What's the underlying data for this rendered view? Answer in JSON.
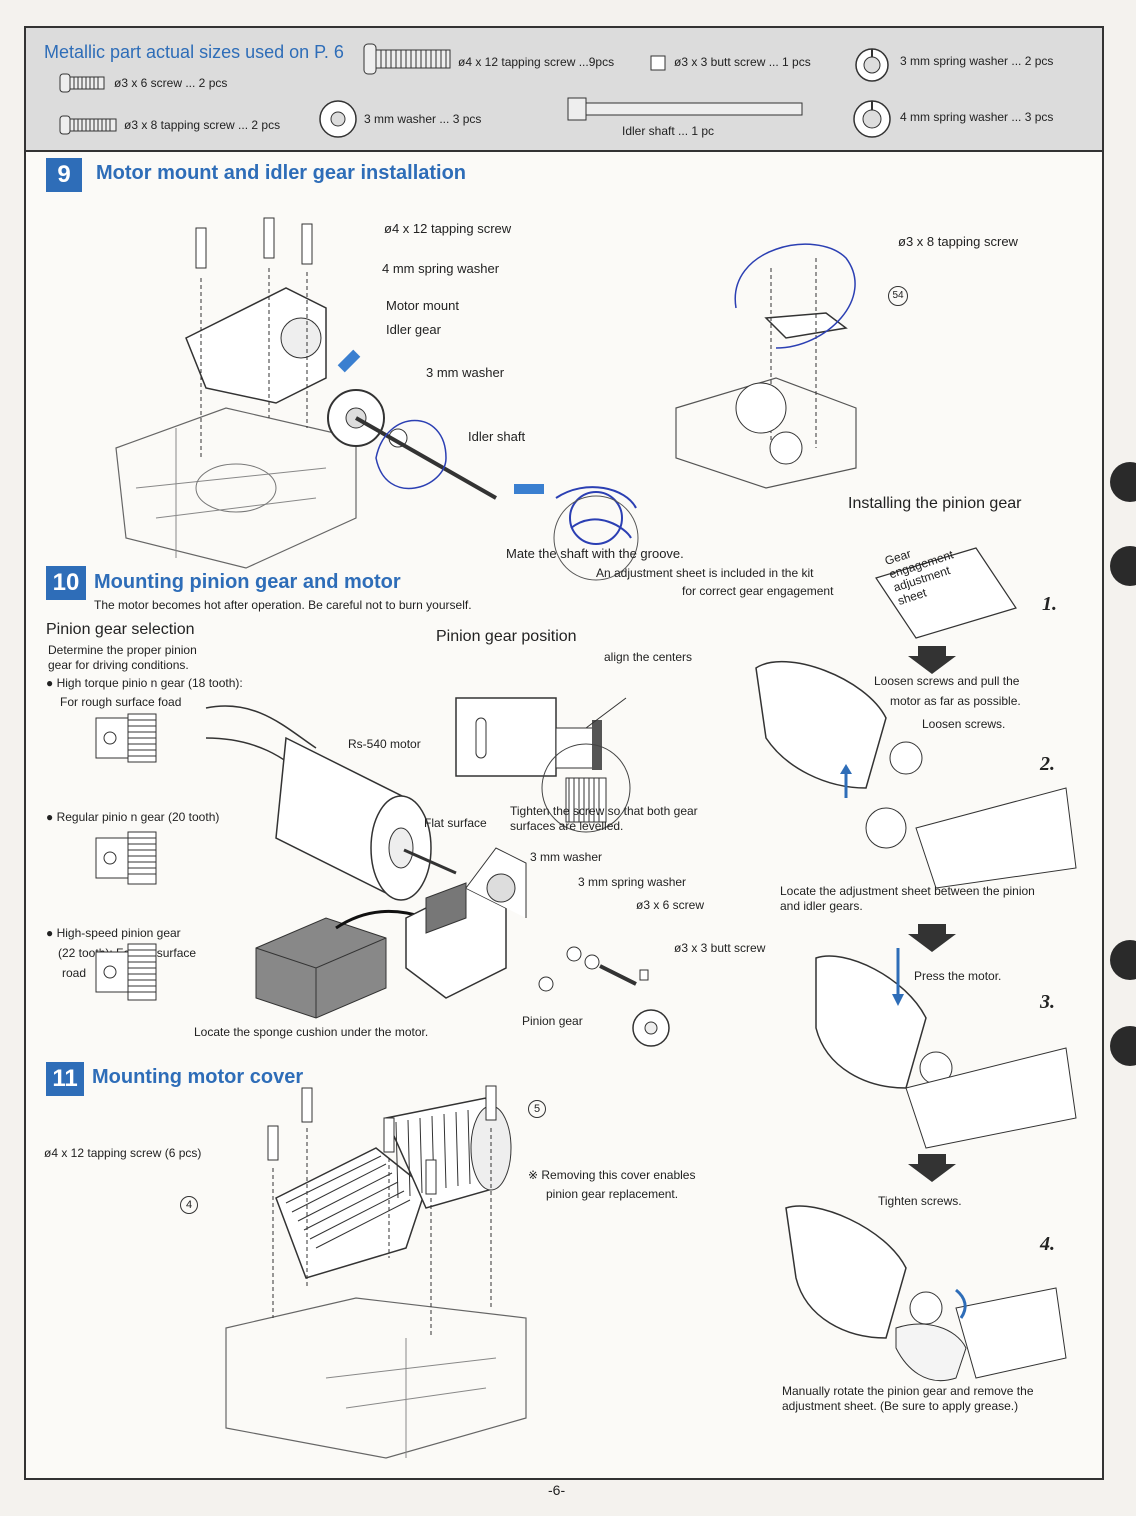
{
  "parts_header": {
    "title": "Metallic part actual sizes used on P. 6",
    "items": [
      "ø3 x 6 screw ... 2 pcs",
      "ø3 x 8 tapping screw ... 2 pcs",
      "3 mm washer ... 3 pcs",
      "ø4 x 12 tapping screw ...9pcs",
      "ø3 x 3 butt screw ... 1 pcs",
      "Idler shaft ... 1 pc",
      "3 mm spring washer ... 2 pcs",
      "4 mm spring washer ... 3 pcs"
    ]
  },
  "step9": {
    "number": "9",
    "title": "Motor mount and idler gear installation",
    "labels": [
      "ø4 x 12 tapping screw",
      "4 mm spring washer",
      "Motor mount",
      "Idler gear",
      "3 mm washer",
      "Idler shaft",
      "Mate the shaft with the groove.",
      "ø3 x 8 tapping screw",
      "54"
    ]
  },
  "step10": {
    "number": "10",
    "title": "Mounting pinion gear and motor",
    "warning": "The motor becomes hot after operation. Be careful not to burn yourself.",
    "selection_title": "Pinion gear selection",
    "selection_desc_1": "Determine the proper pinion",
    "selection_desc_2": "gear for driving conditions.",
    "gears": [
      {
        "line1": "High torque pinio n gear (18 tooth):",
        "line2": "For rough surface foad"
      },
      {
        "line1": "Regular pinio n gear (20 tooth)",
        "line2": ""
      },
      {
        "line1": "High-speed pinion gear",
        "line2": "(22 tooth): For flat surface",
        "line3": "road"
      }
    ],
    "position_title": "Pinion gear position",
    "align_centers": "align the centers",
    "tighten_note_1": "Tighten the screw so that both gear",
    "tighten_note_2": "surfaces are levelled.",
    "labels": {
      "motor": "Rs-540 motor",
      "flat_surface": "Flat surface",
      "washer": "3 mm washer",
      "spring_washer": "3 mm spring washer",
      "screw": "ø3 x 6 screw",
      "butt_screw": "ø3 x 3 butt screw",
      "pinion": "Pinion gear",
      "sponge": "Locate the sponge cushion under the motor."
    }
  },
  "step11": {
    "number": "11",
    "title": "Mounting motor cover",
    "screw_label": "ø4 x 12 tapping screw (6 pcs)",
    "circle4": "4",
    "circle5": "5",
    "note_1": "※ Removing this cover enables",
    "note_2": "pinion gear replacement."
  },
  "pinion_install": {
    "title": "Installing the pinion gear",
    "intro_1": "An adjustment sheet is included in the kit",
    "intro_2": "for correct gear engagement",
    "sheet_lines": [
      "Gear",
      "engagement",
      "adjustment",
      "sheet"
    ],
    "steps": [
      {
        "num": "1.",
        "text": ""
      },
      {
        "num": "2.",
        "text": ""
      },
      {
        "num": "3.",
        "text": ""
      },
      {
        "num": "4.",
        "text": ""
      }
    ],
    "loosen_1": "Loosen screws and pull the",
    "loosen_2": "motor as far as possible.",
    "loosen_screws": "Loosen screws.",
    "locate_1": "Locate the adjustment sheet between the pinion",
    "locate_2": "and idler gears.",
    "press": "Press the motor.",
    "tighten": "Tighten screws.",
    "rotate_1": "Manually rotate the pinion gear and remove the",
    "rotate_2": "adjustment sheet.  (Be sure to apply grease.)"
  },
  "page_number": "-6-",
  "colors": {
    "accent": "#2e6db8",
    "pen_ink": "#2b3fb3",
    "tag": "#3a7fd0"
  }
}
